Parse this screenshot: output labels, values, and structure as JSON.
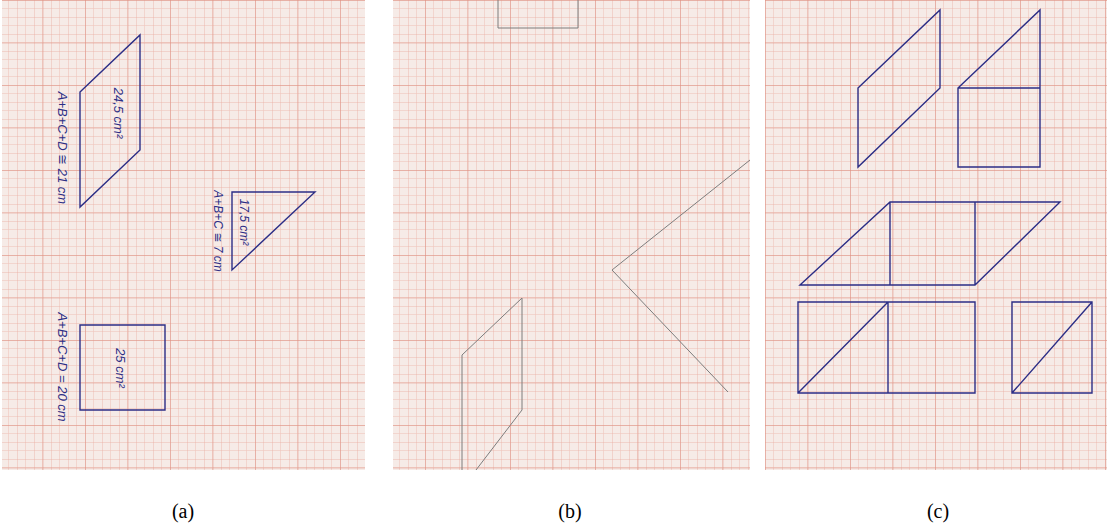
{
  "diagram": {
    "nodes": [
      {
        "text": [
          "24,5 cm²"
        ]
      },
      {
        "text": [
          "17,5 cm²"
        ]
      },
      {
        "text": [
          "25 cm²"
        ]
      }
    ],
    "labels": [
      "A+B+C+D ≅ 21 cm",
      "A+B+C ≅ 7 cm",
      "A+B+C+D = 20 cm",
      "(a)",
      "(b)",
      "(c)"
    ]
  }
}
